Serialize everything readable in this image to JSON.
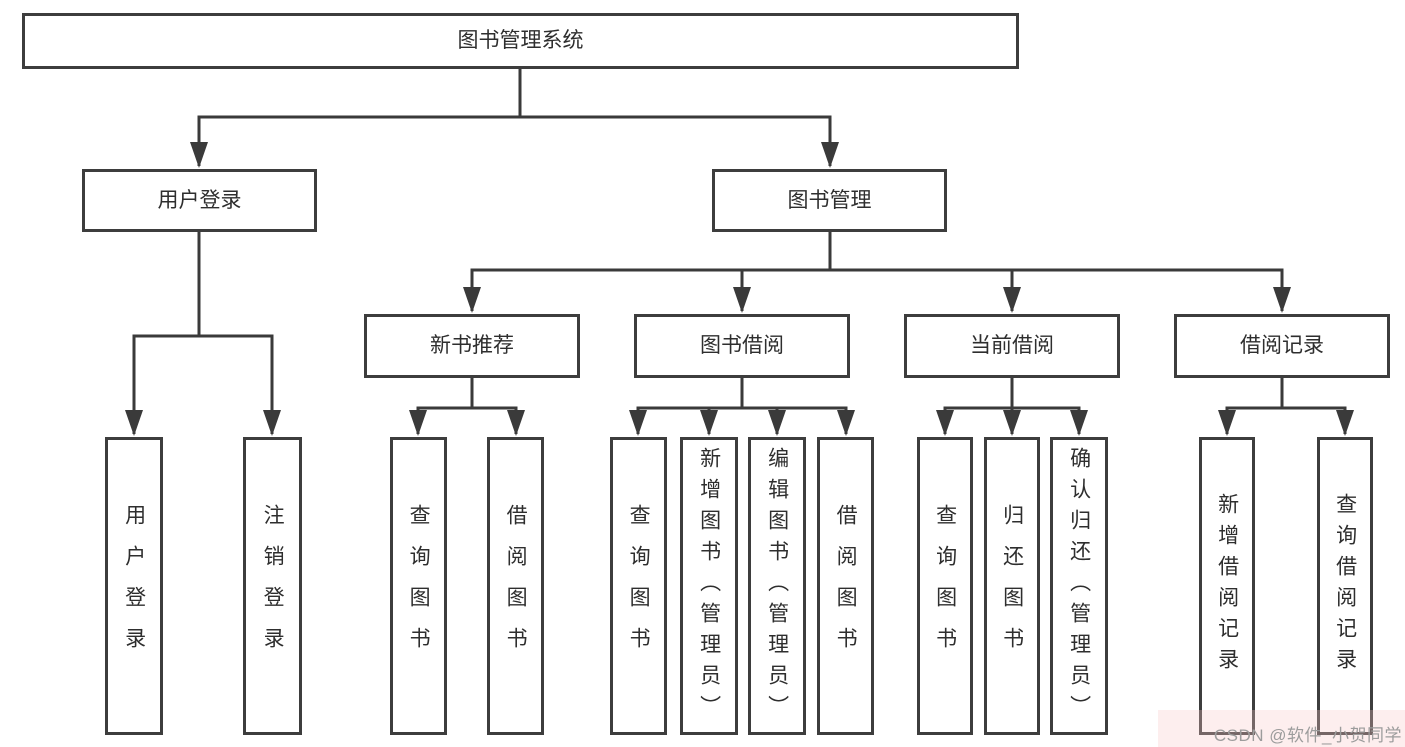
{
  "diagram": {
    "root": "图书管理系统",
    "branches": [
      {
        "label": "用户登录",
        "leaves": [
          "用户登录",
          "注销登录"
        ]
      },
      {
        "label": "图书管理",
        "sections": [
          {
            "label": "新书推荐",
            "leaves": [
              "查询图书",
              "借阅图书"
            ]
          },
          {
            "label": "图书借阅",
            "leaves": [
              "查询图书",
              "新增图书（管理员）",
              "编辑图书（管理员）",
              "借阅图书"
            ]
          },
          {
            "label": "当前借阅",
            "leaves": [
              "查询图书",
              "归还图书",
              "确认归还（管理员）"
            ]
          },
          {
            "label": "借阅记录",
            "leaves": [
              "新增借阅记录",
              "查询借阅记录"
            ]
          }
        ]
      }
    ]
  },
  "watermark": "CSDN @软件_小贺同学",
  "colors": {
    "line": "#3a3a3a",
    "box_border": "#3d3d3d",
    "text": "#2e2e2e",
    "watermark_text": "#9c9c9c",
    "background": "#ffffff"
  }
}
